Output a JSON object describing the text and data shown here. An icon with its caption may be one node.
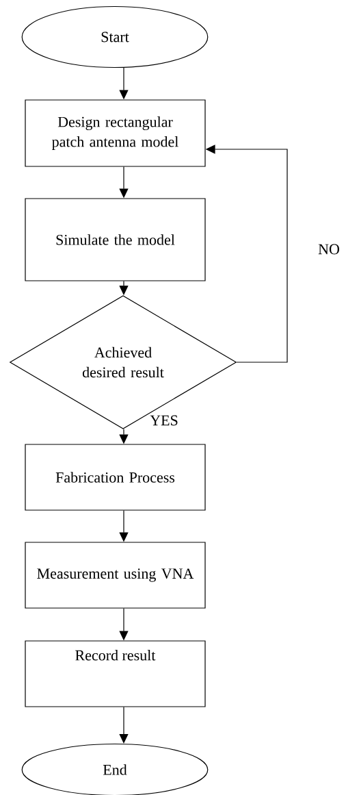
{
  "diagram": {
    "nodes": [
      {
        "text": [
          "Start"
        ]
      },
      {
        "text": [
          "Design rectangular patch antenna model"
        ]
      },
      {
        "text": [
          "Simulate the model"
        ]
      },
      {
        "text": [
          "Achieved desired result"
        ]
      },
      {
        "text": [
          "Fabrication Process"
        ]
      },
      {
        "text": [
          "Measurement using VNA"
        ]
      },
      {
        "text": [
          "Record result"
        ]
      },
      {
        "text": [
          "End"
        ]
      }
    ],
    "edges": [
      {
        "from": 0,
        "to": 1,
        "arrow": "to"
      },
      {
        "from": 1,
        "to": 2,
        "arrow": "to"
      },
      {
        "from": 2,
        "to": 3,
        "arrow": "to"
      },
      {
        "from": 3,
        "to": 1,
        "arrow": "to",
        "label": "NO"
      },
      {
        "from": 3,
        "to": 4,
        "arrow": "to",
        "label": "YES"
      },
      {
        "from": 4,
        "to": 5,
        "arrow": "to"
      },
      {
        "from": 5,
        "to": 6,
        "arrow": "to"
      },
      {
        "from": 6,
        "to": 7,
        "arrow": "to"
      }
    ]
  }
}
